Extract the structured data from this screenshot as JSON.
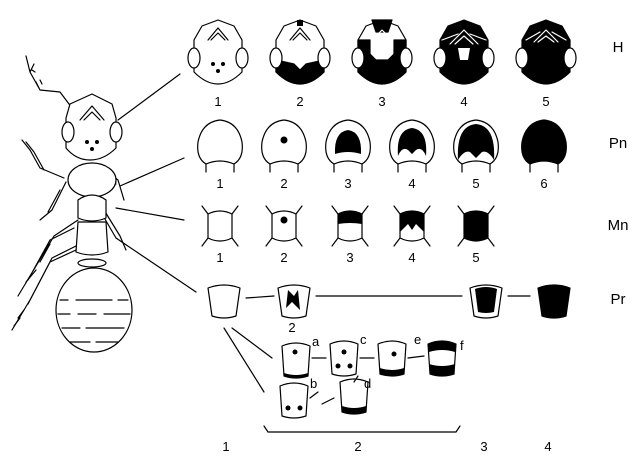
{
  "rows": {
    "head": {
      "label": "H",
      "numbers": [
        "1",
        "2",
        "3",
        "4",
        "5"
      ]
    },
    "pronotum": {
      "label": "Pn",
      "numbers": [
        "1",
        "2",
        "3",
        "4",
        "5",
        "6"
      ]
    },
    "mesonotum": {
      "label": "Mn",
      "numbers": [
        "1",
        "2",
        "3",
        "4",
        "5"
      ]
    },
    "propodeum": {
      "label": "Pr",
      "number": "2",
      "letters": [
        "a",
        "b",
        "c",
        "d",
        "e",
        "f"
      ]
    }
  },
  "bottom_numbers": [
    "1",
    "2",
    "3",
    "4"
  ],
  "colors": {
    "ink": "#000000",
    "paper": "#ffffff"
  }
}
